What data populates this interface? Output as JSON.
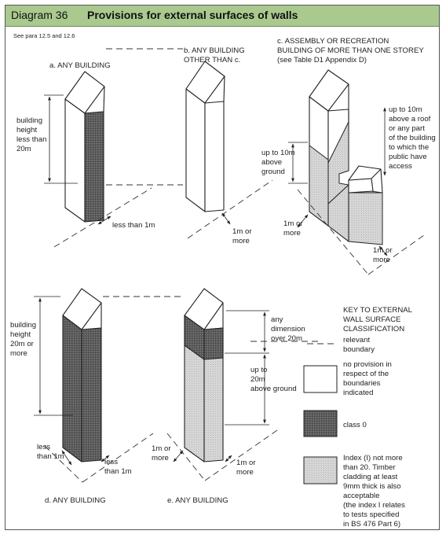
{
  "header": {
    "number": "Diagram 36",
    "title": "Provisions for external surfaces of walls"
  },
  "see_para": "See para 12.5 and 12.6",
  "colors": {
    "header_bg": "#a9c98f",
    "class0_fill": "#5a5a5a",
    "index_fill": "#d4d4d4",
    "no_provision_fill": "#ffffff"
  },
  "panel_a": {
    "title": "a. ANY BUILDING",
    "height_label": [
      "building",
      "height",
      "less than",
      "20m"
    ],
    "distance_label": "less than 1m"
  },
  "panel_b": {
    "title": [
      "b. ANY BUILDING",
      "OTHER THAN c."
    ],
    "distance_label": [
      "1m or",
      "more"
    ]
  },
  "panel_c": {
    "title": [
      "c. ASSEMBLY OR RECREATION",
      "BUILDING OF MORE THAN ONE STOREY",
      "(see Table D1 Appendix D)"
    ],
    "roof_label": [
      "up to 10m",
      "above a roof",
      "or any part",
      "of the building",
      "to which the",
      "public have",
      "access"
    ],
    "ground_label": [
      "up to 10m",
      "above",
      "ground"
    ],
    "left_distance_label": [
      "1m or",
      "more"
    ],
    "right_distance_label": [
      "1m or",
      "more"
    ]
  },
  "panel_d": {
    "title": "d. ANY BUILDING",
    "height_label": [
      "building",
      "height",
      "20m or",
      "more"
    ],
    "left_distance_label": [
      "less",
      "than 1m"
    ],
    "right_distance_label": [
      "less",
      "than 1m"
    ]
  },
  "panel_e": {
    "title": "e. ANY BUILDING",
    "upper_label": [
      "any",
      "dimension",
      "over 20m"
    ],
    "ground_label": [
      "up to",
      "20m",
      "above ground"
    ],
    "left_distance_label": [
      "1m or",
      "more"
    ],
    "right_distance_label": [
      "1m or",
      "more"
    ]
  },
  "key": {
    "title": [
      "KEY TO EXTERNAL",
      "WALL SURFACE",
      "CLASSIFICATION"
    ],
    "boundary_label": [
      "relevant",
      "boundary"
    ],
    "no_provision_label": [
      "no provision in",
      "respect of the",
      "boundaries",
      "indicated"
    ],
    "class0_label": "class 0",
    "index_label": [
      "Index (I) not more",
      "than 20. Timber",
      "cladding at least",
      "9mm thick is also",
      "acceptable",
      "(the index I relates",
      "to tests specified",
      "in BS 476 Part 6)"
    ]
  }
}
